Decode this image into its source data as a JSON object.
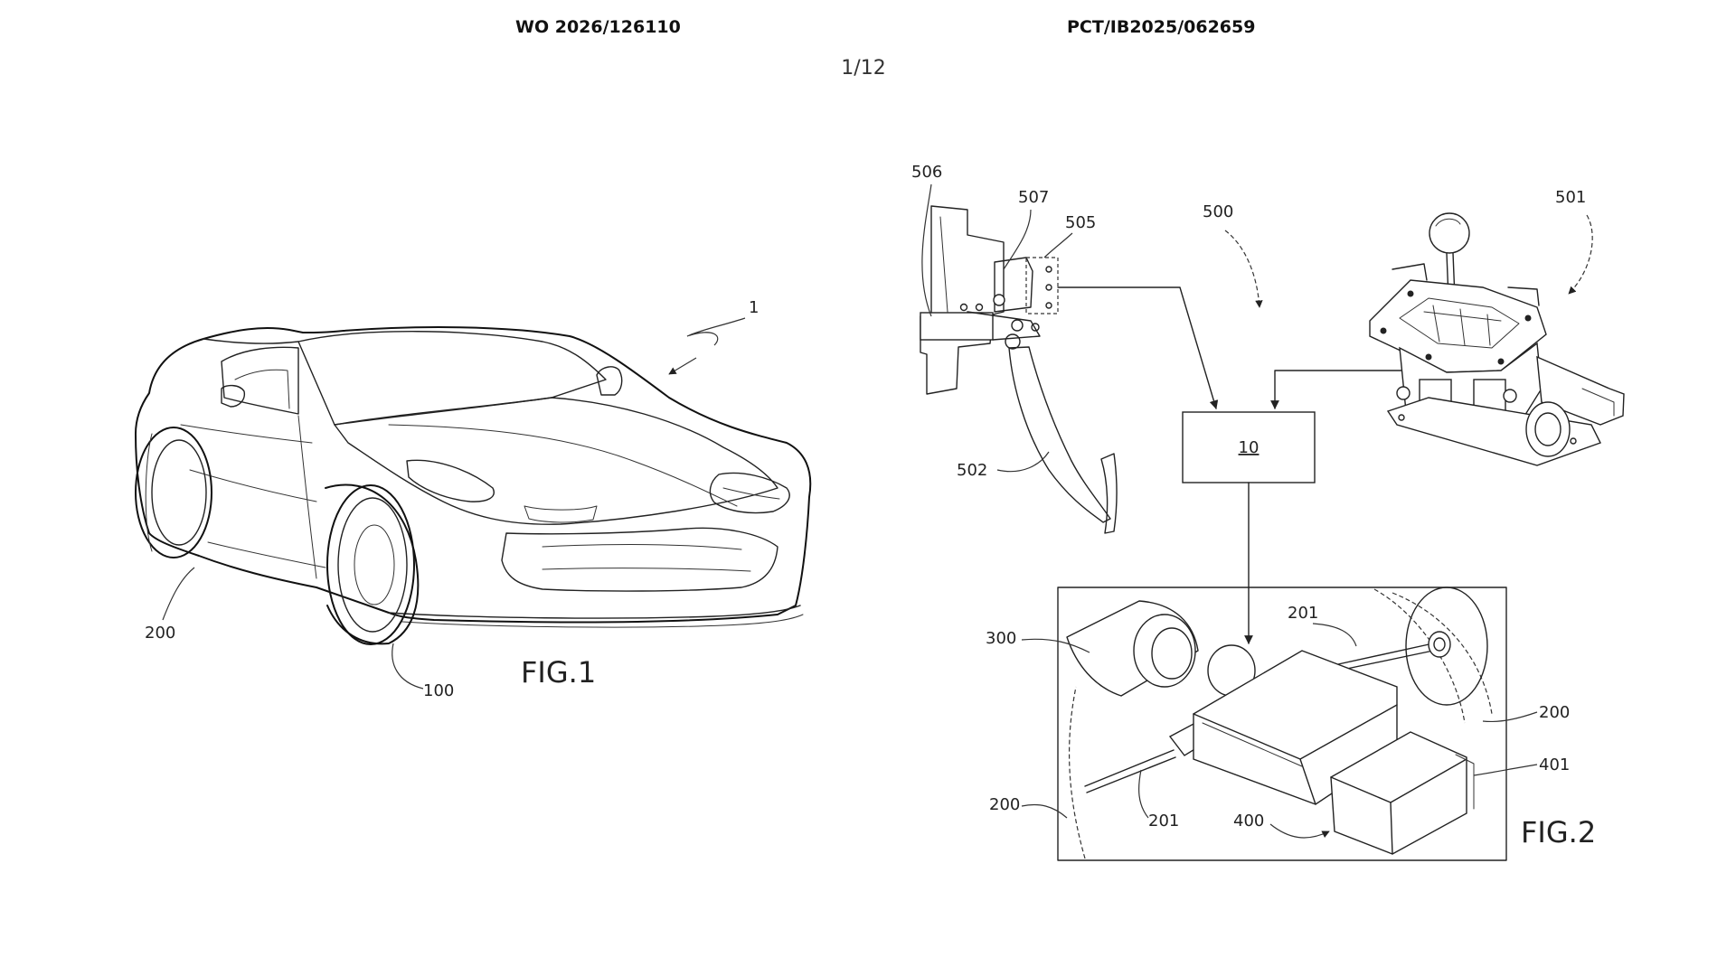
{
  "header": {
    "publication_number": "WO 2026/126110",
    "application_number": "PCT/IB2025/062659",
    "sheet_number": "1/12"
  },
  "fig1": {
    "caption": "FIG.1",
    "refs": {
      "vehicle": "1",
      "wheel": "200",
      "body": "100"
    }
  },
  "fig2": {
    "caption": "FIG.2",
    "control_unit_label": "10",
    "refs": {
      "system": "500",
      "shifter": "501",
      "pedal_arm": "502",
      "pedal_sensor": "505",
      "pedal_bracket": "506",
      "pedal_pivot": "507",
      "axle_housing": "300",
      "halfshaft_top": "201",
      "halfshaft_bottom": "201",
      "wheel_right": "200",
      "wheel_left": "200",
      "motor_unit": "400",
      "motor_connector": "401"
    }
  }
}
